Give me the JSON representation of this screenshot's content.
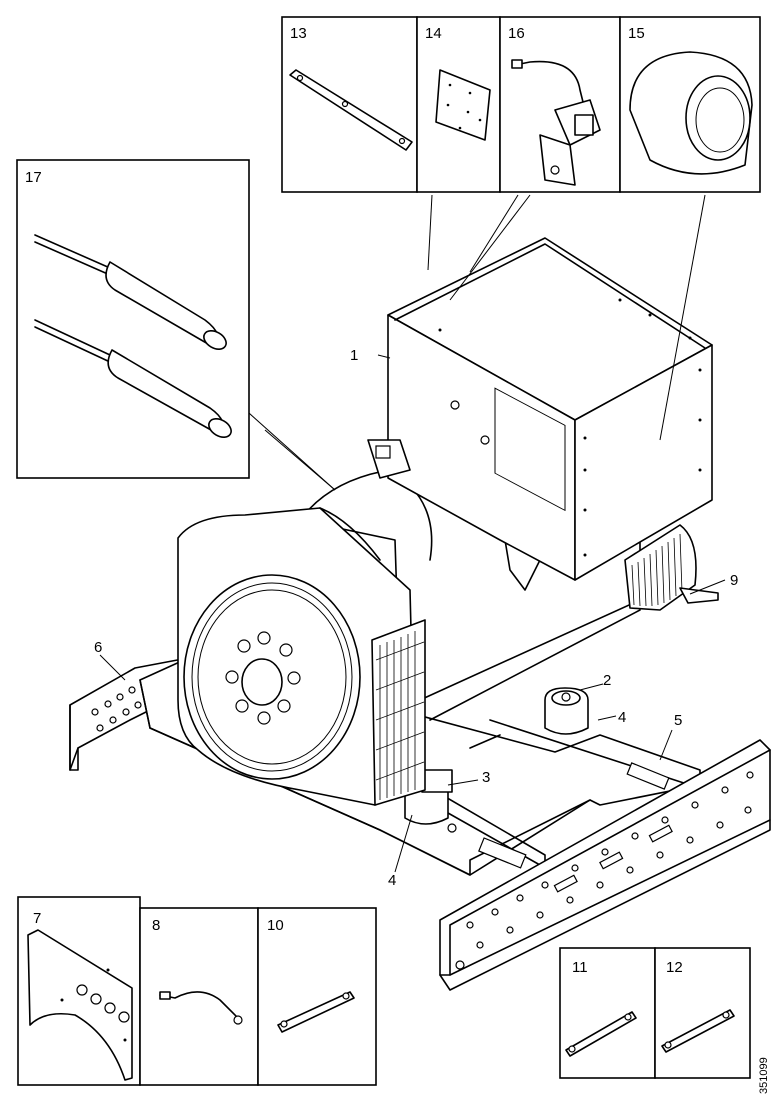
{
  "figure_id": "351099",
  "callouts": {
    "c1": "1",
    "c2": "2",
    "c3": "3",
    "c4a": "4",
    "c4b": "4",
    "c5": "5",
    "c6": "6",
    "c9": "9"
  },
  "insets": {
    "i13": "13",
    "i14": "14",
    "i16": "16",
    "i15": "15",
    "i17": "17",
    "i7": "7",
    "i8": "8",
    "i10": "10",
    "i11": "11",
    "i12": "12"
  }
}
